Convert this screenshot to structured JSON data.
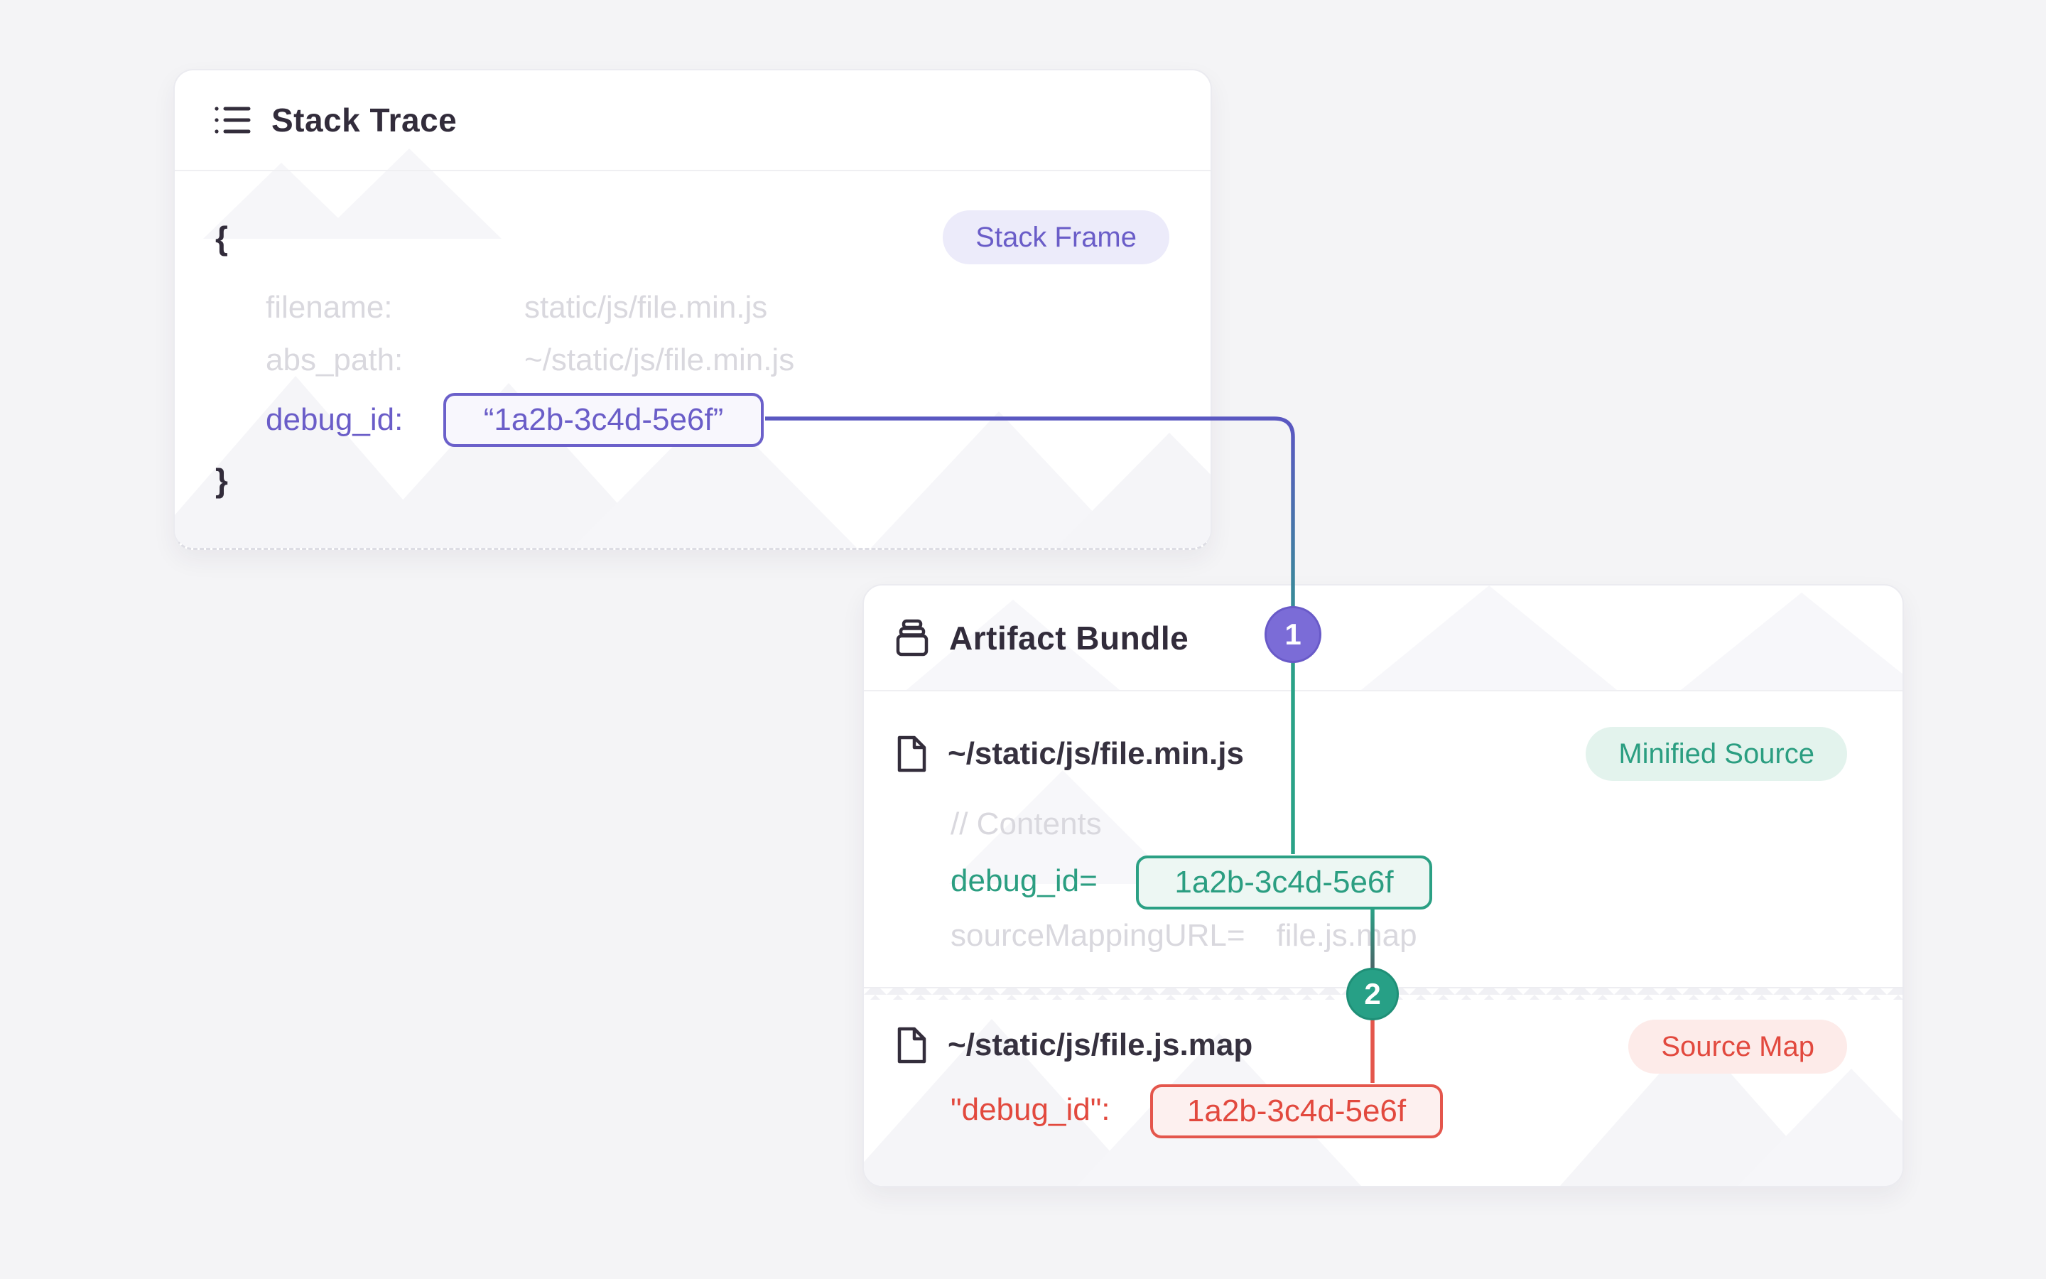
{
  "colors": {
    "background": "#f4f4f6",
    "purple_accent": "#6a5dc8",
    "teal_accent": "#2b9e81",
    "red_accent": "#e2493e"
  },
  "stack_trace": {
    "title": "Stack Trace",
    "badge": "Stack Frame",
    "brace_open": "{",
    "brace_close": "}",
    "filename_label": "filename:",
    "filename_value": "static/js/file.min.js",
    "abs_path_label": "abs_path:",
    "abs_path_value": "~/static/js/file.min.js",
    "debug_id_label": "debug_id:",
    "debug_id_value": "“1a2b-3c4d-5e6f”"
  },
  "artifact_bundle": {
    "title": "Artifact Bundle",
    "minified": {
      "path": "~/static/js/file.min.js",
      "badge": "Minified Source",
      "comment": "// Contents",
      "debug_id_label": "debug_id=",
      "debug_id_value": "1a2b-3c4d-5e6f",
      "sourcemap_label": "sourceMappingURL=",
      "sourcemap_value": "file.js.map"
    },
    "sourcemap": {
      "path": "~/static/js/file.js.map",
      "badge": "Source Map",
      "debug_id_label": "\"debug_id\":",
      "debug_id_value": "1a2b-3c4d-5e6f"
    }
  },
  "connectors": {
    "marker1": "1",
    "marker2": "2"
  }
}
